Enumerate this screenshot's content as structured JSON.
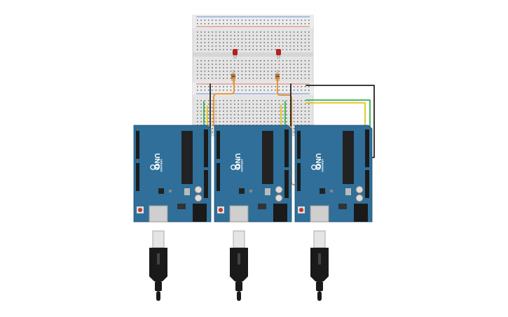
{
  "canvas": {
    "background": "#ffffff"
  },
  "colors": {
    "board": "#2f6f99",
    "board_dark": "#1e4f72",
    "header": "#1b1b1b",
    "breadboard": "#e4e4e4",
    "rail_red": "#d24a4a",
    "rail_blue": "#3b6fd0",
    "led": "#b22222",
    "wire_orange": "#f08c1e",
    "wire_green": "#36b34a",
    "wire_yellow": "#e6c21a",
    "wire_black": "#222222",
    "usb_plug": "#1a1a1a",
    "usb_metal": "#cfcfcf"
  },
  "boards": [
    {
      "name": "arduino-uno-1",
      "label": "UNO",
      "brand": "ARDUINO"
    },
    {
      "name": "arduino-uno-2",
      "label": "UNO",
      "brand": "ARDUINO"
    },
    {
      "name": "arduino-uno-3",
      "label": "UNO",
      "brand": "ARDUINO"
    }
  ],
  "components": {
    "breadboard": "breadboard",
    "leds": [
      "led-1",
      "led-2"
    ],
    "resistors": [
      "resistor-1",
      "resistor-2"
    ],
    "usb_cables": [
      "usb-cable-1",
      "usb-cable-2",
      "usb-cable-3"
    ]
  }
}
